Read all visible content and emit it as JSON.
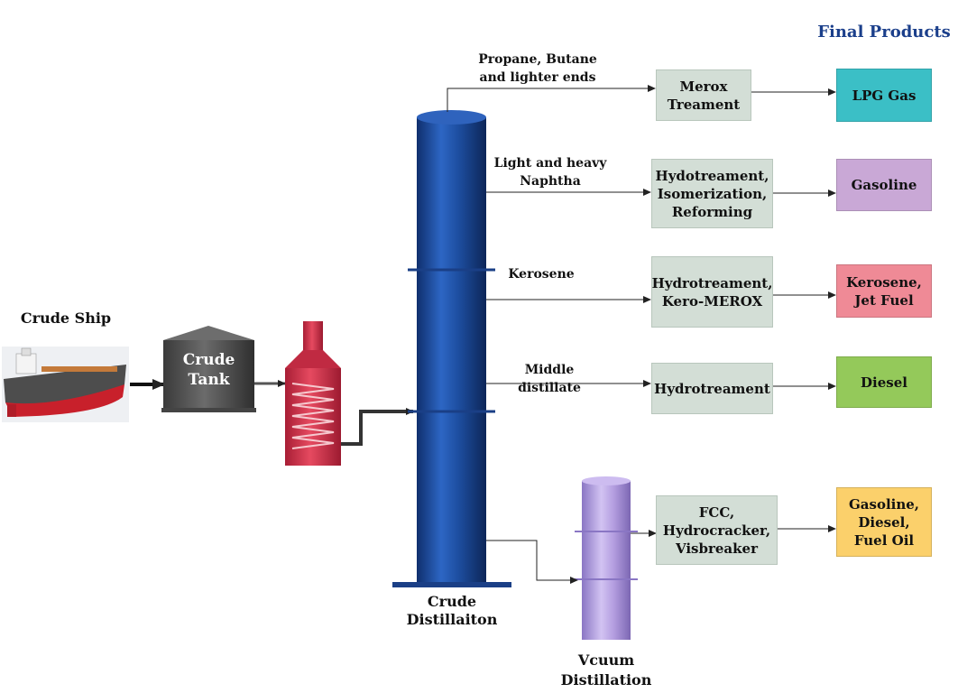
{
  "header": {
    "final_products": "Final Products"
  },
  "equipment": {
    "ship": "Crude Ship",
    "tank": "Crude\nTank",
    "crude_column": "Crude\nDistillaiton",
    "vacuum_column": "Vcuum\nDistillation"
  },
  "streams": [
    "Propane, Butane\nand lighter ends",
    "Light and heavy\nNaphtha",
    "Kerosene",
    "Middle distillate"
  ],
  "processes": [
    "Merox\nTreament",
    "Hydotreament,\nIsomerization,\nReforming",
    "Hydrotreament,\nKero-MEROX",
    "Hydrotreament",
    "FCC,\nHydrocracker,\nVisbreaker"
  ],
  "products": [
    {
      "label": "LPG Gas",
      "color": "#3bbfc6"
    },
    {
      "label": "Gasoline",
      "color": "#c9a8d6"
    },
    {
      "label": "Kerosene,\nJet Fuel",
      "color": "#ef8a96"
    },
    {
      "label": "Diesel",
      "color": "#94c95a"
    },
    {
      "label": "Gasoline,\nDiesel,\nFuel Oil",
      "color": "#fbd06b"
    }
  ],
  "colors": {
    "title": "#1b3f8b",
    "column": "#1d4ea0",
    "vacuum": "#b49ee0",
    "heater": "#d9374f",
    "tank": "#545454",
    "process_fill": "#d3ded6"
  }
}
